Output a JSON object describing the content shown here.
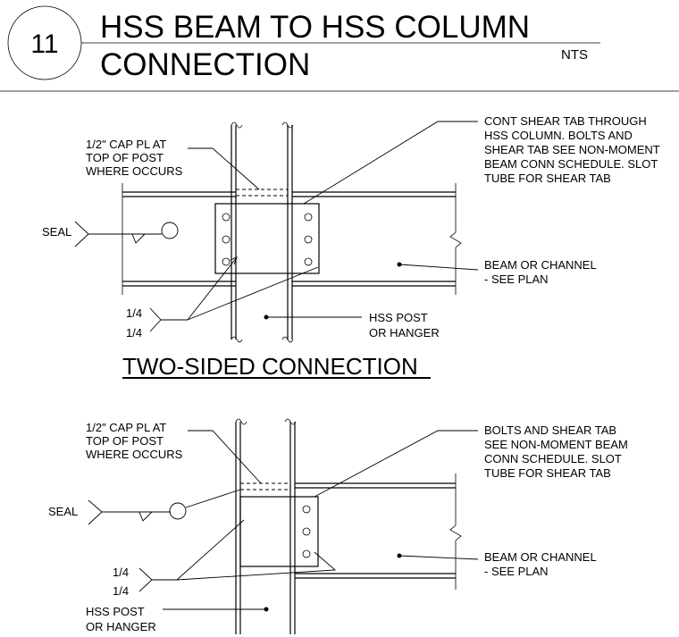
{
  "header": {
    "detail_number": "11",
    "title_line1": "HSS BEAM TO HSS COLUMN",
    "title_line2": "CONNECTION",
    "scale": "NTS"
  },
  "two_sided": {
    "subtitle": "TWO-SIDED CONNECTION",
    "cap_note": [
      "1/2\" CAP PL AT",
      "TOP OF POST",
      "WHERE OCCURS"
    ],
    "shear_tab_note": [
      "CONT SHEAR TAB THROUGH",
      "HSS COLUMN. BOLTS AND",
      "SHEAR TAB SEE NON-MOMENT",
      "BEAM CONN SCHEDULE. SLOT",
      "TUBE FOR SHEAR TAB"
    ],
    "seal_label": "SEAL",
    "weld_size_top": "1/4",
    "weld_size_bottom": "1/4",
    "post_note": [
      "HSS POST",
      "OR HANGER"
    ],
    "beam_note": [
      "BEAM OR CHANNEL",
      "- SEE PLAN"
    ]
  },
  "one_sided": {
    "cap_note": [
      "1/2\" CAP PL AT",
      "TOP OF POST",
      "WHERE OCCURS"
    ],
    "shear_tab_note": [
      "BOLTS AND SHEAR TAB",
      "SEE NON-MOMENT BEAM",
      "CONN SCHEDULE. SLOT",
      "TUBE FOR SHEAR TAB"
    ],
    "seal_label": "SEAL",
    "weld_size_top": "1/4",
    "weld_size_bottom": "1/4",
    "post_note": [
      "HSS POST",
      "OR HANGER"
    ],
    "beam_note": [
      "BEAM OR CHANNEL",
      "- SEE PLAN"
    ]
  }
}
